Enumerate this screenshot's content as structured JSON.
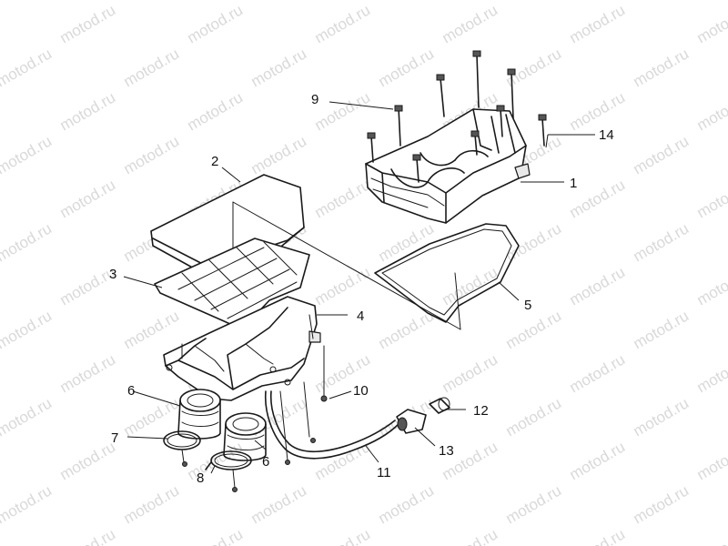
{
  "watermark": "motod.ru",
  "callouts": {
    "c1": "1",
    "c2": "2",
    "c3": "3",
    "c4": "4",
    "c5": "5",
    "c6a": "6",
    "c6b": "6",
    "c7": "7",
    "c8": "8",
    "c9": "9",
    "c10": "10",
    "c11": "11",
    "c12": "12",
    "c13": "13",
    "c14": "14"
  }
}
